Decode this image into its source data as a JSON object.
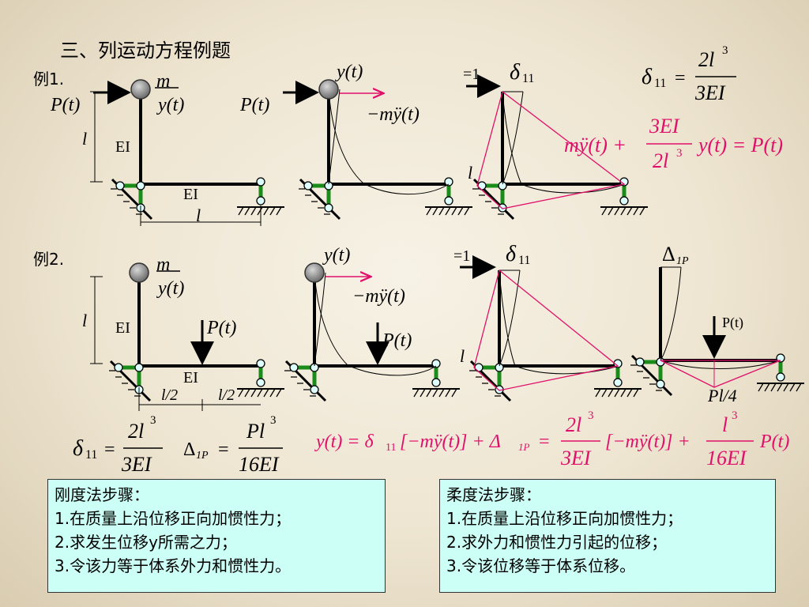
{
  "heading": "三、列运动方程例题",
  "example1": {
    "label": "例1.",
    "delta11_formula": {
      "lhs": "δ",
      "sub": "11",
      "num": "2l",
      "exp": "3",
      "den": "3EI"
    },
    "equation_lhs": "mÿ(t) +",
    "equation_num": "3EI",
    "equation_den": "2l",
    "equation_exp": "3",
    "equation_rhs": "y(t) = P(t)"
  },
  "example2": {
    "label": "例2.",
    "delta11": {
      "lhs": "δ",
      "sub": "11",
      "num": "2l",
      "exp": "3",
      "den": "3EI"
    },
    "delta1p": {
      "lhs": "Δ",
      "sub": "1P",
      "num": "Pl",
      "exp": "3",
      "den": "16EI"
    },
    "equation": {
      "part1": "y(t) = δ",
      "sub1": "11",
      "part2": "[−mÿ(t)] + Δ",
      "sub2": "1P",
      "part3": "=",
      "frac1_num": "2l",
      "frac1_exp": "3",
      "frac1_den": "3EI",
      "part4": "[−mÿ(t)] +",
      "frac2_num": "l",
      "frac2_exp": "3",
      "frac2_den": "16EI",
      "part5": "P(t)"
    }
  },
  "labels": {
    "m": "m",
    "yt": "y(t)",
    "Pt": "P(t)",
    "l": "l",
    "EI": "EI",
    "inertia": "−mÿ(t)",
    "unit": "=1",
    "delta": "δ",
    "d11": "11",
    "half_l": "l/2",
    "Delta": "Δ",
    "d1P": "1P",
    "Pt_plain": "P(t)",
    "Pl4": "Pl/4"
  },
  "stiffness_box": {
    "title": "刚度法步骤：",
    "steps": [
      "1.在质量上沿位移正向加惯性力；",
      "2.求发生位移y所需之力；",
      "3.令该力等于体系外力和惯性力。"
    ]
  },
  "flexibility_box": {
    "title": "柔度法步骤：",
    "steps": [
      "1.在质量上沿位移正向加惯性力；",
      "2.求外力和惯性力引起的位移；",
      "3.令该位移等于体系位移。"
    ]
  },
  "colors": {
    "accent": "#e0106a",
    "frame": "#000000",
    "support": "#1a8c1a",
    "box_bg": "#ccfff5"
  }
}
